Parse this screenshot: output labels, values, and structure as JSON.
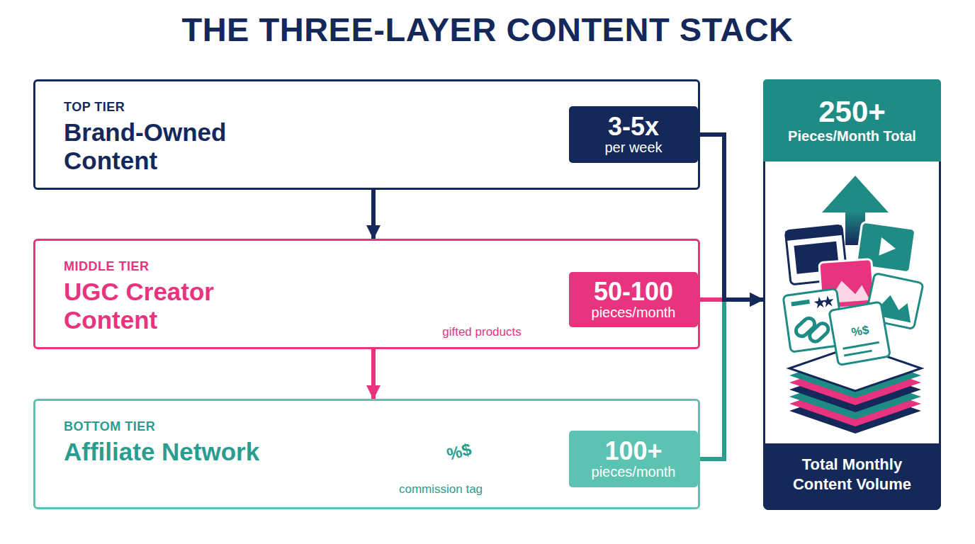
{
  "diagram": {
    "title": "THE THREE-LAYER CONTENT STACK",
    "nodes": [
      {
        "text": [
          "TOP TIER",
          "Brand-Owned Content"
        ]
      },
      {
        "text": [
          "3-5x",
          "per week"
        ],
        "in": 0
      },
      {
        "text": [
          "MIDDLE TIER",
          "UGC Creator Content"
        ]
      },
      {
        "text": [
          "50-100",
          "pieces/month"
        ],
        "in": 2
      },
      {
        "text": [
          "BOTTOM TIER",
          "Affiliate Network"
        ]
      },
      {
        "text": [
          "100+",
          "pieces/month"
        ],
        "in": 4
      },
      {
        "text": [
          "Total Monthly Content Volume"
        ]
      },
      {
        "text": [
          "250+",
          "Pieces/Month Total"
        ],
        "in": 6
      }
    ],
    "edges": [
      {
        "from": 0,
        "to": 2,
        "arrow": "to"
      },
      {
        "from": 2,
        "to": 4,
        "arrow": "to"
      },
      {
        "from": 1,
        "to": 6,
        "arrow": "to"
      },
      {
        "from": 3,
        "to": 6,
        "arrow": "to"
      },
      {
        "from": 5,
        "to": 6,
        "arrow": "to"
      }
    ],
    "labels": [
      "gifted products",
      "%$",
      "commission tag",
      "%$"
    ]
  }
}
